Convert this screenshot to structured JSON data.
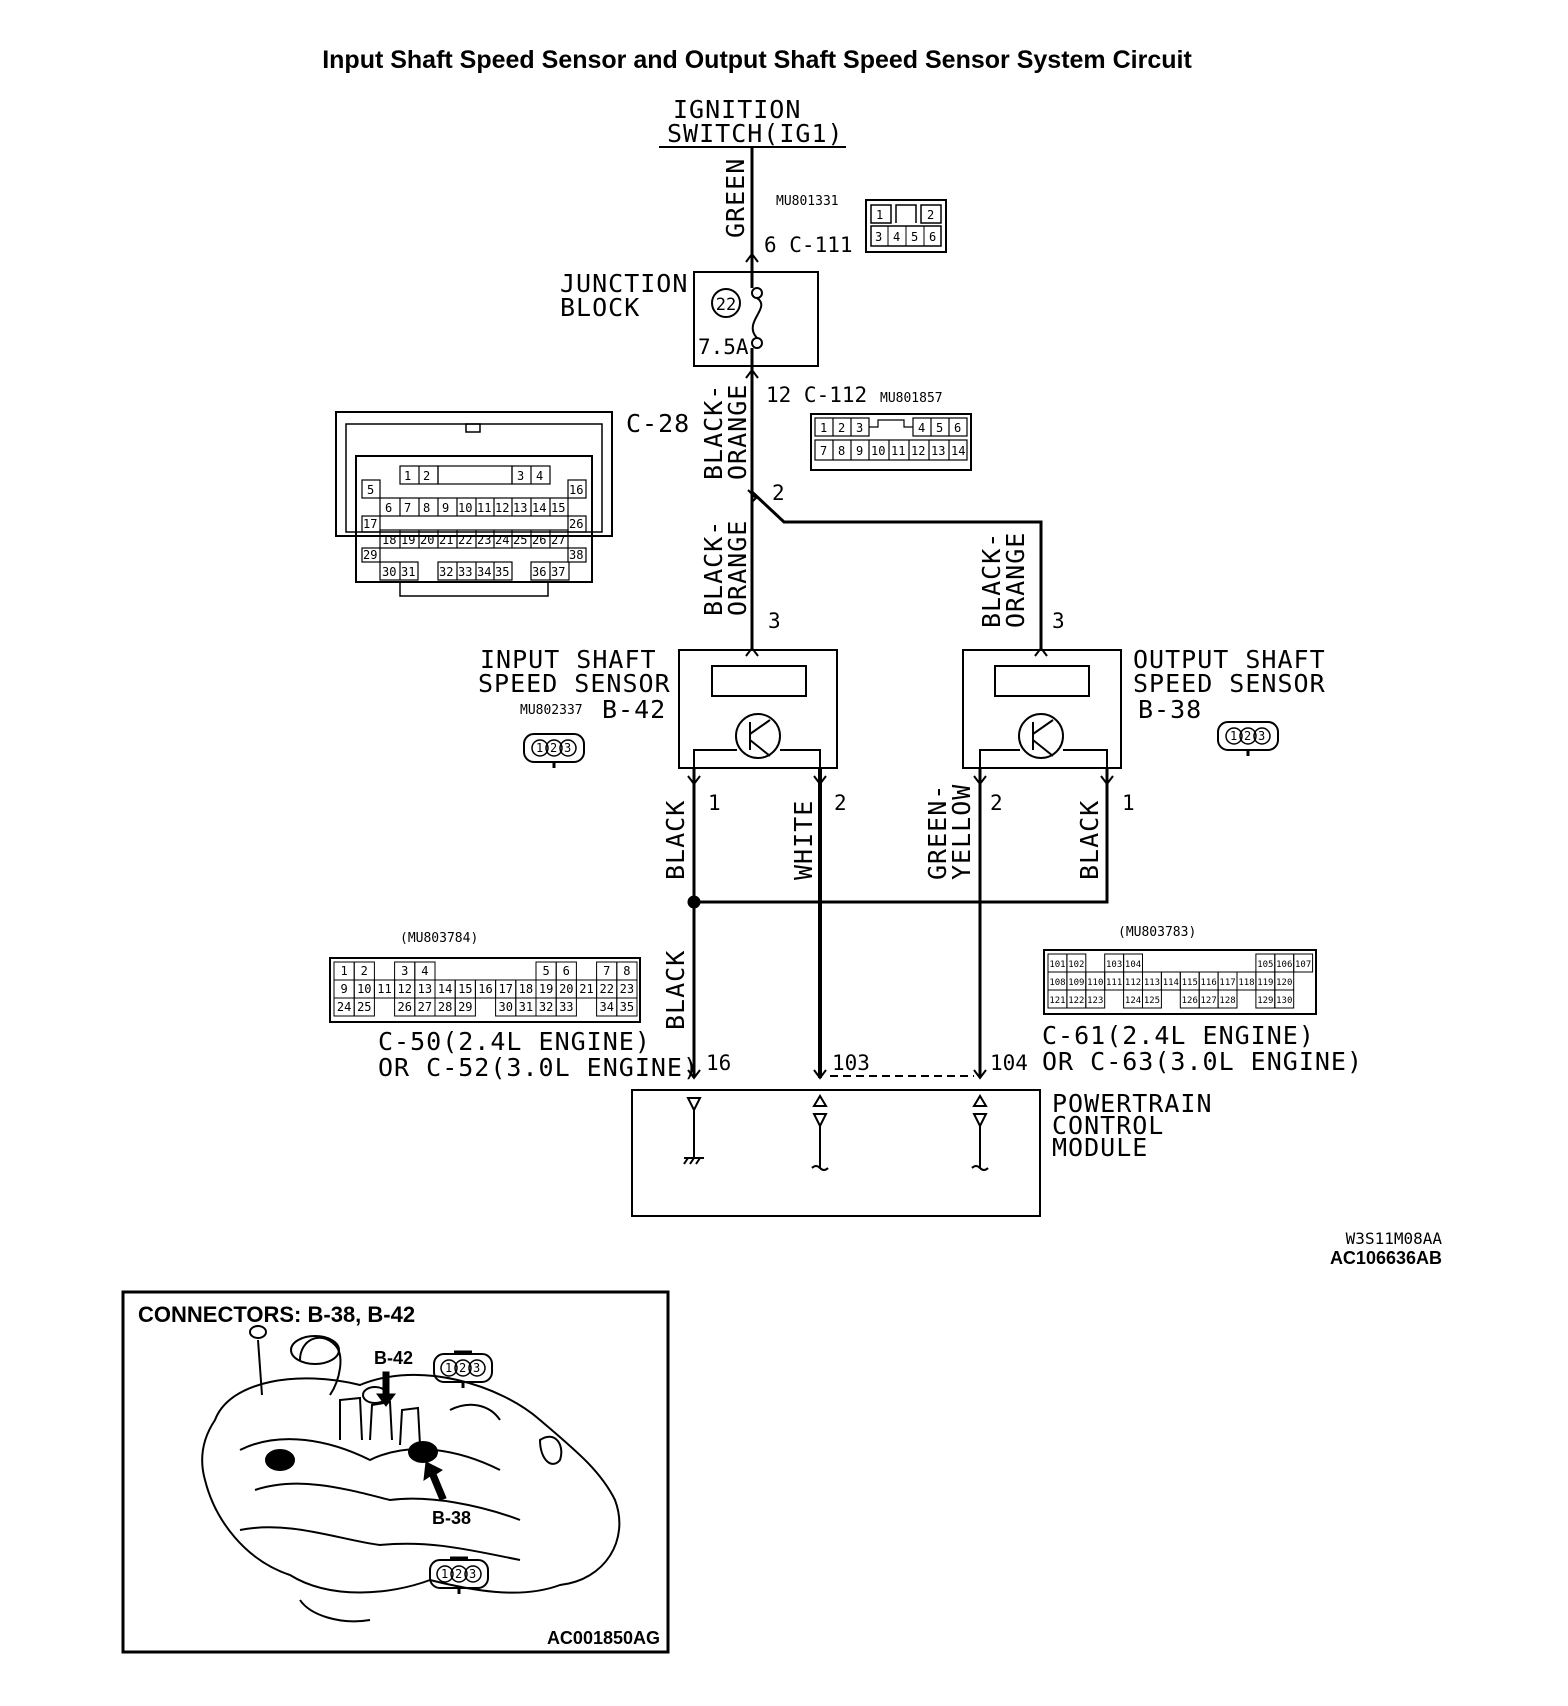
{
  "title": "Input Shaft Speed Sensor and Output Shaft Speed Sensor System Circuit",
  "ignition": {
    "line1": "IGNITION",
    "line2": "SWITCH(IG1)"
  },
  "junction_block": {
    "line1": "JUNCTION",
    "line2": "BLOCK",
    "fuse_number": "22",
    "fuse_rating": "7.5A"
  },
  "connectors": {
    "c111": {
      "label": "6 C-111",
      "part": "MU801331",
      "cells": [
        "1",
        "2",
        "3",
        "4",
        "5",
        "6"
      ]
    },
    "c112": {
      "label": "12 C-112",
      "part": "MU801857",
      "cells": [
        "1",
        "2",
        "3",
        "4",
        "5",
        "6",
        "7",
        "8",
        "9",
        "10",
        "11",
        "12",
        "13",
        "14"
      ]
    },
    "c28": {
      "label": "C-28",
      "rows": [
        [
          "1",
          "2",
          "3",
          "4"
        ],
        [
          "5",
          "16"
        ],
        [
          "6",
          "7",
          "8",
          "9",
          "10",
          "11",
          "12",
          "13",
          "14",
          "15"
        ],
        [
          "17",
          "26"
        ],
        [
          "18",
          "19",
          "20",
          "21",
          "22",
          "23",
          "24",
          "25",
          "26",
          "27"
        ],
        [
          "29",
          "38"
        ],
        [
          "30",
          "31",
          "32",
          "33",
          "34",
          "35",
          "36",
          "37"
        ]
      ]
    },
    "c50": {
      "part": "(MU803784)",
      "label_line1": "C-50(2.4L ENGINE)",
      "label_line2": "OR C-52(3.0L ENGINE)",
      "rows": [
        [
          "1",
          "2",
          "",
          "3",
          "4",
          "",
          "",
          "",
          "",
          "",
          "5",
          "6",
          "",
          "7",
          "8"
        ],
        [
          "9",
          "10",
          "11",
          "12",
          "13",
          "14",
          "15",
          "16",
          "17",
          "18",
          "19",
          "20",
          "21",
          "22",
          "23"
        ],
        [
          "24",
          "25",
          "",
          "26",
          "27",
          "28",
          "29",
          "",
          "30",
          "31",
          "32",
          "33",
          "",
          "34",
          "35"
        ]
      ]
    },
    "c61": {
      "part": "(MU803783)",
      "label_line1": "C-61(2.4L ENGINE)",
      "label_line2": "OR C-63(3.0L ENGINE)",
      "rows": [
        [
          "101",
          "102",
          "",
          "103",
          "104",
          "",
          "",
          "",
          "",
          "",
          "",
          "105",
          "106",
          "107"
        ],
        [
          "108",
          "109",
          "110",
          "111",
          "112",
          "113",
          "114",
          "115",
          "116",
          "117",
          "118",
          "119",
          "120"
        ],
        [
          "121",
          "122",
          "123",
          "",
          "124",
          "125",
          "",
          "126",
          "127",
          "128",
          "",
          "129",
          "130"
        ]
      ]
    }
  },
  "wires": {
    "green": "GREEN",
    "black_orange_1": "BLACK-",
    "black_orange_2": "ORANGE",
    "black": "BLACK",
    "white": "WHITE",
    "green_yellow_1": "GREEN-",
    "green_yellow_2": "YELLOW"
  },
  "splice_pin": "2",
  "input_sensor": {
    "line1": "INPUT SHAFT",
    "line2": "SPEED SENSOR",
    "part": "MU802337",
    "connector": "B-42",
    "pins": [
      "1",
      "2",
      "3"
    ],
    "pin_in": "3",
    "pin_out_1": "1",
    "pin_out_2": "2"
  },
  "output_sensor": {
    "line1": "OUTPUT SHAFT",
    "line2": "SPEED SENSOR",
    "connector": "B-38",
    "pins": [
      "1",
      "2",
      "3"
    ],
    "pin_in": "3",
    "pin_out_1": "2",
    "pin_out_2": "1"
  },
  "pcm": {
    "line1": "POWERTRAIN",
    "line2": "CONTROL",
    "line3": "MODULE",
    "pin_a": "16",
    "pin_b": "103",
    "pin_c": "104"
  },
  "codes": {
    "diagram_code": "W3S11M08AA",
    "figure_code": "AC106636AB"
  },
  "connector_inset": {
    "title": "CONNECTORS: B-38, B-42",
    "callout_b42": "B-42",
    "callout_b38": "B-38",
    "figure_code": "AC001850AG"
  }
}
